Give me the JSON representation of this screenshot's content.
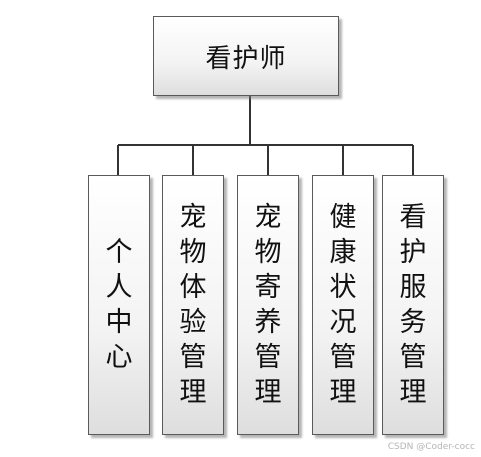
{
  "root": {
    "label": "看护师"
  },
  "children": [
    {
      "label": "个人中心"
    },
    {
      "label": "宠物体验管理"
    },
    {
      "label": "宠物寄养管理"
    },
    {
      "label": "健康状况管理"
    },
    {
      "label": "看护服务管理"
    }
  ],
  "watermark": "CSDN @Coder-cocc"
}
